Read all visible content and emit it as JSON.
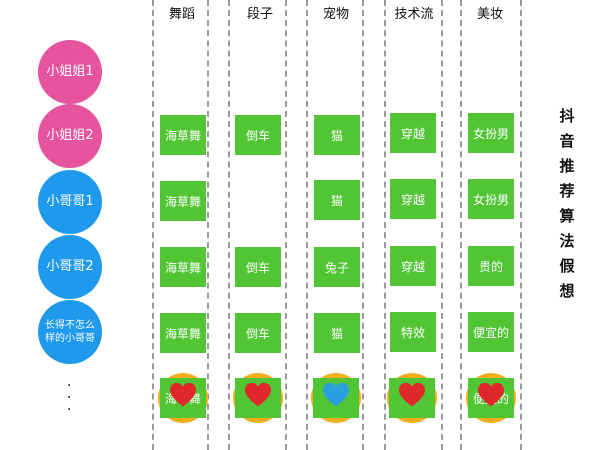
{
  "columns": [
    "舞蹈",
    "段子",
    "宠物",
    "技术流",
    "美妆"
  ],
  "users": [
    {
      "name": "小姐姐1",
      "color": "#e7549e"
    },
    {
      "name": "小姐姐2",
      "color": "#e7549e"
    },
    {
      "name": "小哥哥1",
      "color": "#1f99ec"
    },
    {
      "name": "小哥哥2",
      "color": "#1f99ec"
    },
    {
      "name": "长得不怎么样的小哥哥",
      "color": "#1f99ec"
    }
  ],
  "more_users": "·\n·\n·",
  "grid": [
    [
      "海草舞",
      "倒车",
      "猫",
      "穿越",
      "女扮男"
    ],
    [
      "海草舞",
      "",
      "猫",
      "穿越",
      "女扮男"
    ],
    [
      "海草舞",
      "倒车",
      "兔子",
      "穿越",
      "贵的"
    ],
    [
      "海草舞",
      "倒车",
      "猫",
      "特效",
      "便宜的"
    ]
  ],
  "recommend_row": [
    {
      "label": "海草舞",
      "heart_color": "#e0282a"
    },
    {
      "label": "",
      "heart_color": "#e0282a"
    },
    {
      "label": "",
      "heart_color": "#2a9fe0"
    },
    {
      "label": "",
      "heart_color": "#e0282a"
    },
    {
      "label": "便宜的",
      "heart_color": "#e0282a"
    }
  ],
  "side_title": "抖音推荐算法假想",
  "colors": {
    "card_green": "#52c535",
    "gold_circle": "#f4ad1c",
    "divider": "#9a9a9a"
  }
}
